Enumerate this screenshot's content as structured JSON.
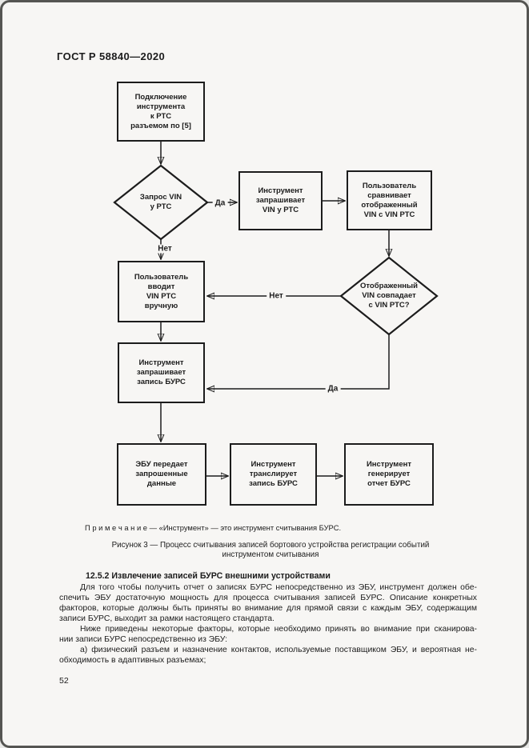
{
  "doc": {
    "header": "ГОСТ Р 58840—2020",
    "page_number": "52"
  },
  "flowchart": {
    "nodes": {
      "connect_tool": "Подключение\nинструмента\nк РТС\nразъемом по [5]",
      "vin_request_decision": "Запрос VIN\nу РТС",
      "tool_requests_vin": "Инструмент\nзапрашивает\nVIN у РТС",
      "user_compares_vin": "Пользователь\nсравнивает\nотображенный\nVIN с VIN РТС",
      "vin_match_decision": "Отображенный\nVIN совпадает\nс VIN РТС?",
      "user_enters_vin": "Пользователь\nвводит\nVIN РТС\nвручную",
      "tool_requests_record": "Инструмент\nзапрашивает\nзапись БУРС",
      "ecu_sends_data": "ЭБУ передает\nзапрошенные\nданные",
      "tool_relays_record": "Инструмент\nтранслирует\nзапись БУРС",
      "tool_generates_report": "Инструмент\nгенерирует\nотчет БУРС"
    },
    "labels": {
      "yes1": "Да",
      "no1": "Нет",
      "no2": "Нет",
      "yes2": "Да"
    }
  },
  "note_text": "П р и м е ч а н и е  —  «Инструмент» — это инструмент считывания БУРС.",
  "figure_caption": "Рисунок 3 — Процесс считывания записей бортового устройства регистрации событий\nинструментом считывания",
  "section": {
    "heading": "12.5.2 Извлечение записей БУРС внешними устройствами",
    "p1": [
      "Для того чтобы получить отчет о записях БУРС непосредственно из ЭБУ, инструмент должен обе-",
      "спечить ЭБУ достаточную мощность для процесса считывания записей БУРС. Описание конкретных",
      "факторов, которые должны быть приняты во внимание для прямой связи с каждым ЭБУ, содержащим",
      "записи БУРС, выходит за рамки настоящего стандарта."
    ],
    "p2": [
      "Ниже приведены некоторые факторы, которые необходимо принять во внимание при сканирова-",
      "нии записи БУРС непосредственно из ЭБУ:"
    ],
    "p3": [
      "а) физический разъем и назначение контактов, используемые поставщиком ЭБУ, и вероятная не-",
      "обходимость в адаптивных разъемах;"
    ]
  },
  "colors": {
    "ink": "#1c1c1c",
    "page_background": "#f7f6f4"
  }
}
